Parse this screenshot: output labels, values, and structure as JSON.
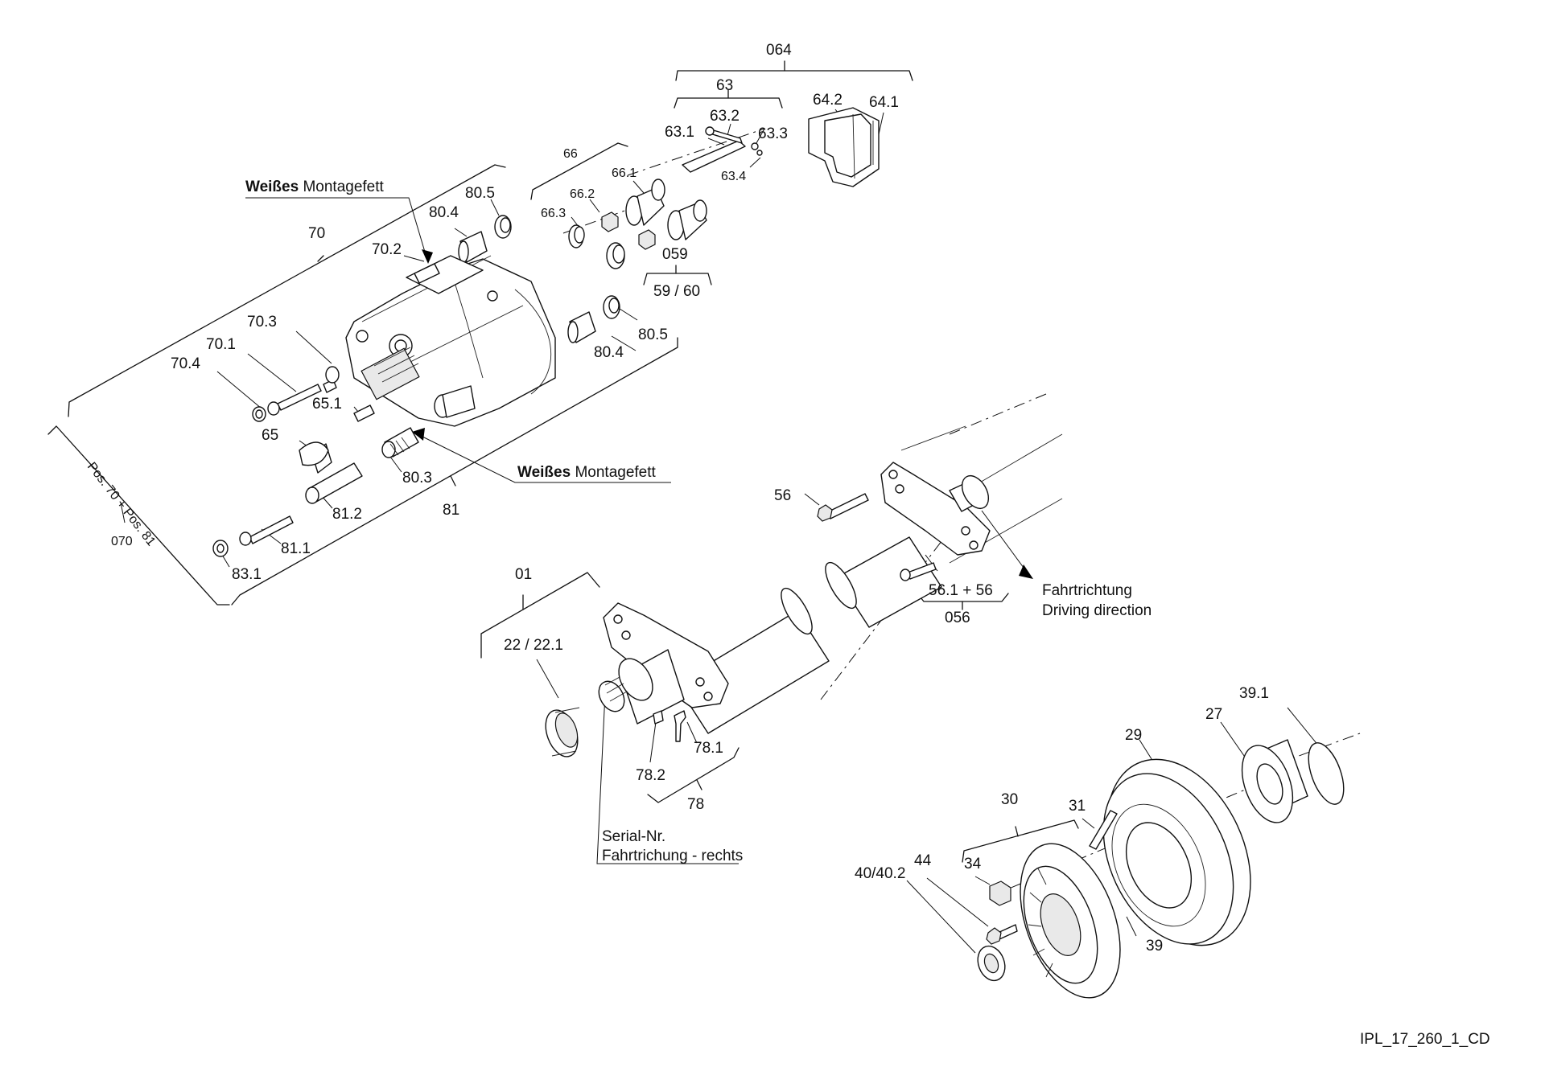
{
  "drawing_id": "IPL_17_260_1_CD",
  "notes": {
    "grease_bold": "Weißes",
    "grease_rest": " Montagefett",
    "driving_direction_de": "Fahrtrichtung",
    "driving_direction_en": "Driving direction",
    "serial_line1": "Serial-Nr.",
    "serial_line2": "Fahrtrichung - rechts",
    "pos_group": "Pos. 70 + Pos. 81"
  },
  "labels": {
    "g064": "064",
    "g63": "63",
    "p63_1": "63.1",
    "p63_2": "63.2",
    "p63_3": "63.3",
    "p63_4": "63.4",
    "p64_2": "64.2",
    "p64_1": "64.1",
    "g66": "66",
    "p66_1": "66.1",
    "p66_2": "66.2",
    "p66_3": "66.3",
    "g70": "70",
    "p80_5a": "80.5",
    "p80_4a": "80.4",
    "p70_2": "70.2",
    "g059": "059",
    "g59_60": "59 / 60",
    "p80_5b": "80.5",
    "p80_4b": "80.4",
    "p70_3": "70.3",
    "p70_1": "70.1",
    "p70_4": "70.4",
    "p65_1": "65.1",
    "p65": "65",
    "p80_3": "80.3",
    "p81_2": "81.2",
    "g81": "81",
    "p81_1": "81.1",
    "p83_1": "83.1",
    "g070": "070",
    "p56": "56",
    "p56_1": "56.1 + 56",
    "g056": "056",
    "g01": "01",
    "p22": "22 / 22.1",
    "p78_1": "78.1",
    "p78_2": "78.2",
    "g78": "78",
    "p39_1": "39.1",
    "p27": "27",
    "p29": "29",
    "g30": "30",
    "p31": "31",
    "p34": "34",
    "p44": "44",
    "p40": "40/40.2",
    "p39": "39"
  }
}
